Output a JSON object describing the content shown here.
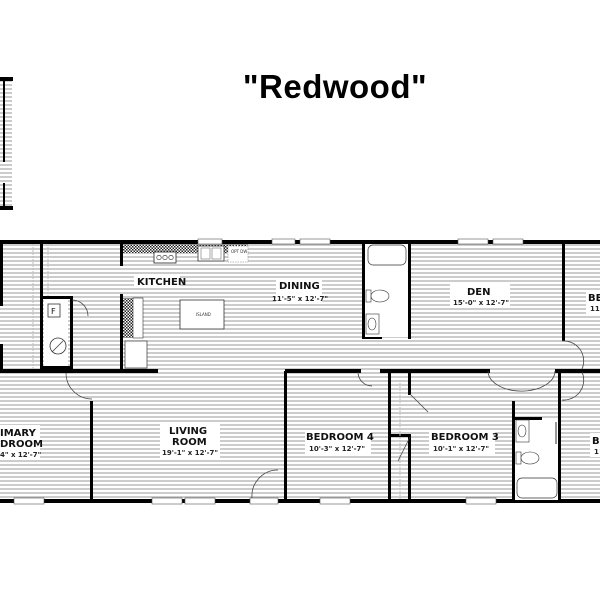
{
  "plan": {
    "title": "\"Redwood\"",
    "rooms": [
      {
        "id": "kitchen",
        "name": "KITCHEN",
        "name2": "",
        "dims": ""
      },
      {
        "id": "dining",
        "name": "DINING",
        "name2": "",
        "dims": "11'-5\" x 12'-7\""
      },
      {
        "id": "den",
        "name": "DEN",
        "name2": "",
        "dims": "15'-0\" x 12'-7\""
      },
      {
        "id": "bedroom-2",
        "name": "BE",
        "name2": "",
        "dims": "11"
      },
      {
        "id": "primary-bedroom",
        "name": "IMARY",
        "name2": "DROOM",
        "dims": "4\" x 12'-7\""
      },
      {
        "id": "living-room",
        "name": "LIVING",
        "name2": "ROOM",
        "dims": "19'-1\" x 12'-7\""
      },
      {
        "id": "bedroom-4",
        "name": "BEDROOM 4",
        "name2": "",
        "dims": "10'-3\" x 12'-7\""
      },
      {
        "id": "bedroom-3",
        "name": "BEDROOM 3",
        "name2": "",
        "dims": "10'-1\" x 12'-7\""
      },
      {
        "id": "bedroom-5",
        "name": "B",
        "name2": "",
        "dims": "1"
      }
    ],
    "fixtures": {
      "island": "ISLAND",
      "dishwasher": "OPT DW",
      "furnace": "F"
    }
  }
}
